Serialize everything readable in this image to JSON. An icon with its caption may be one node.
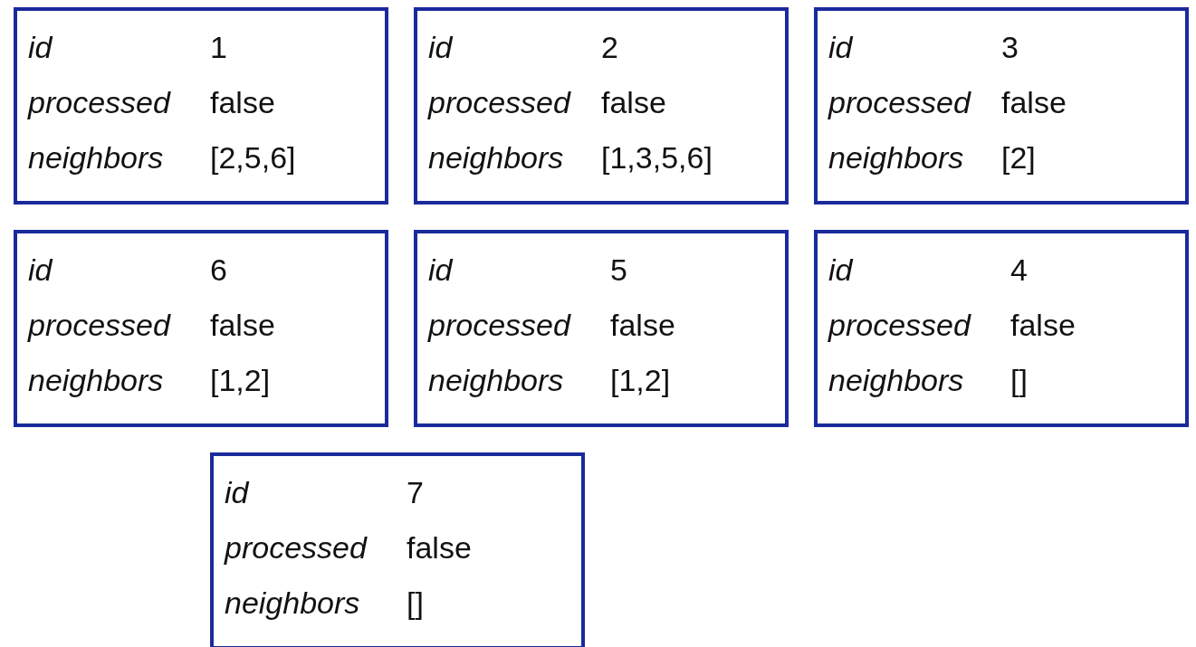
{
  "diagram": {
    "nodes": [
      {
        "text": [
          "id",
          "1",
          "processed",
          "false",
          "neighbors",
          "[2,5,6]"
        ]
      },
      {
        "text": [
          "id",
          "2",
          "processed",
          "false",
          "neighbors",
          "[1,3,5,6]"
        ]
      },
      {
        "text": [
          "id",
          "3",
          "processed",
          "false",
          "neighbors",
          "[2]"
        ]
      },
      {
        "text": [
          "id",
          "6",
          "processed",
          "false",
          "neighbors",
          "[1,2]"
        ]
      },
      {
        "text": [
          "id",
          "5",
          "processed",
          "false",
          "neighbors",
          "[1,2]"
        ]
      },
      {
        "text": [
          "id",
          "4",
          "processed",
          "false",
          "neighbors",
          "[]"
        ]
      },
      {
        "text": [
          "id",
          "7",
          "processed",
          "false",
          "neighbors",
          "[]"
        ]
      }
    ]
  }
}
